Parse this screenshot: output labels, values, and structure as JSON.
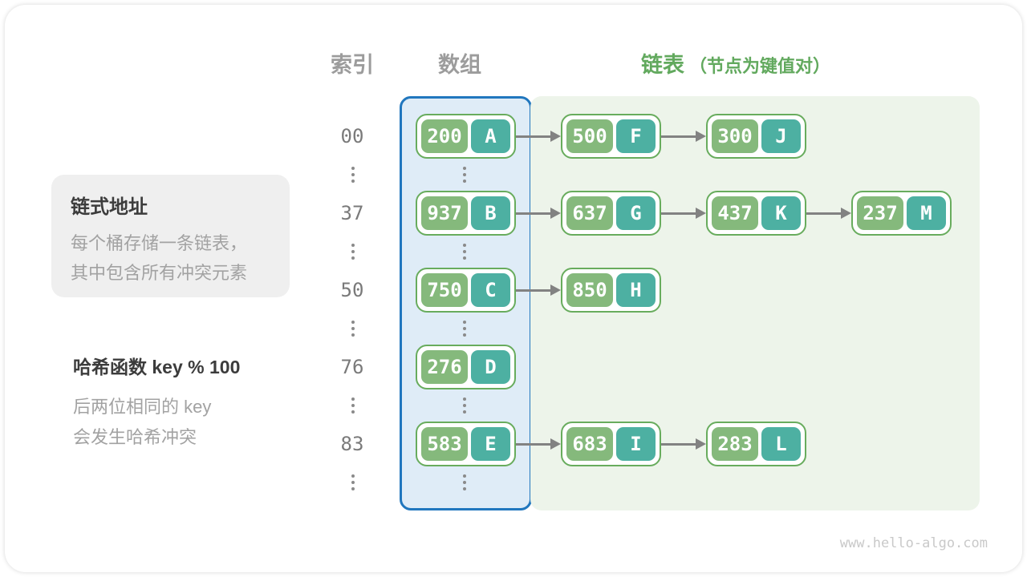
{
  "headers": {
    "index": "索引",
    "array": "数组",
    "list": "链表",
    "list_note": "（节点为键值对）"
  },
  "notes": {
    "card_title": "链式地址",
    "card_line1": "每个桶存储一条链表，",
    "card_line2": "其中包含所有冲突元素",
    "hash_title": "哈希函数 key % 100",
    "hash_line1": "后两位相同的 key",
    "hash_line2": "会发生哈希冲突"
  },
  "rows": [
    {
      "index": "00",
      "nodes": [
        {
          "key": "200",
          "value": "A"
        },
        {
          "key": "500",
          "value": "F"
        },
        {
          "key": "300",
          "value": "J"
        }
      ]
    },
    {
      "index": "37",
      "nodes": [
        {
          "key": "937",
          "value": "B"
        },
        {
          "key": "637",
          "value": "G"
        },
        {
          "key": "437",
          "value": "K"
        },
        {
          "key": "237",
          "value": "M"
        }
      ]
    },
    {
      "index": "50",
      "nodes": [
        {
          "key": "750",
          "value": "C"
        },
        {
          "key": "850",
          "value": "H"
        }
      ]
    },
    {
      "index": "76",
      "nodes": [
        {
          "key": "276",
          "value": "D"
        }
      ]
    },
    {
      "index": "83",
      "nodes": [
        {
          "key": "583",
          "value": "E"
        },
        {
          "key": "683",
          "value": "I"
        },
        {
          "key": "283",
          "value": "L"
        }
      ]
    }
  ],
  "footer": "www.hello-algo.com",
  "colors": {
    "key_green": "#85B97C",
    "value_teal": "#4DB0A2",
    "node_border": "#68AC5D",
    "header_green": "#62A95E",
    "array_bg": "#DFECF7",
    "array_border": "#2177BE",
    "list_bg": "#EDF4EA",
    "arrow_gray": "#828282",
    "index_gray": "#7A7A7A",
    "header_gray": "#9C9C9C",
    "dark_text": "#3C3C3C",
    "muted_text": "#A2A2A2",
    "note_card_bg": "#EFEFEF",
    "watermark": "#C9C9C9",
    "dots_gray": "#8A8A8A"
  }
}
